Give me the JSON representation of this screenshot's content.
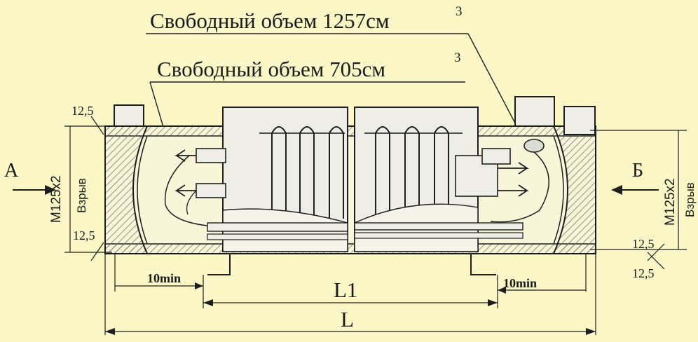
{
  "colors": {
    "background": "#fbf7c6",
    "ink": "#1e1e1e",
    "fill_light": "#efeee6",
    "hatch": "#7a7a72"
  },
  "labels": {
    "free_volume_1": "Свободный объем 1257см",
    "free_volume_1_sup": "3",
    "free_volume_2": "Свободный объем 705см",
    "free_volume_2_sup": "3",
    "view_a": "А",
    "view_b": "Б",
    "thread_left": "М125х2",
    "thread_left_sub": "Взрыв",
    "thread_right": "М125х2",
    "thread_right_sub": "Взрыв",
    "dim_top_left": "12,5",
    "dim_bottom_left": "12,5",
    "dim_right_top": "12,5",
    "dim_right_bottom": "12,5",
    "gap_left": "10min",
    "gap_right": "10min",
    "length_inner": "L1",
    "length_total": "L"
  }
}
